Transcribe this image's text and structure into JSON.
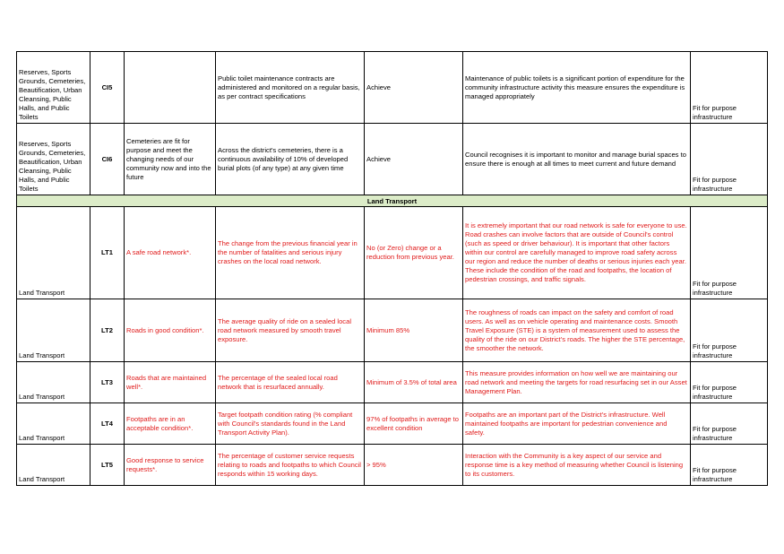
{
  "community_rows": [
    {
      "area": "Reserves, Sports Grounds, Cemeteries, Beautification, Urban Cleansing, Public Halls, and Public Toilets",
      "id": "CI5",
      "outcome": "",
      "measure": "Public toilet maintenance contracts are administered and monitored on a regular basis, as per contract specifications",
      "target": "Achieve",
      "why": "Maintenance of public toilets is a significant portion of expenditure for the community infrastructure activity this measure ensures the expenditure is managed appropriately",
      "class": "Fit for purpose infrastructure"
    },
    {
      "area": "Reserves, Sports Grounds, Cemeteries, Beautification, Urban Cleansing, Public Halls, and Public Toilets",
      "id": "CI6",
      "outcome": "Cemeteries are fit for purpose and meet the changing needs of our community now and into the future",
      "measure": "Across the district's cemeteries, there is a continuous availability of 10% of developed burial plots (of any type) at any given time",
      "target": "Achieve",
      "why": "Council recognises it is important to monitor and manage burial spaces to ensure there is enough at all times to meet current and future demand",
      "class": "Fit for purpose infrastructure"
    }
  ],
  "section_title": "Land Transport",
  "transport_rows": [
    {
      "area": "Land Transport",
      "id": "LT1",
      "outcome": "A safe road network*.",
      "measure": "The change from the previous financial year in the number of fatalities and serious injury crashes on the local road network.",
      "target": "No (or Zero) change or a reduction from previous year.",
      "why": "It is extremely important that our road network is safe for everyone to use. Road crashes can involve factors that are outside of Council's control (such as speed or driver behaviour). It is important that other factors within our control are carefully managed to improve road safety across our region and reduce the number of deaths or serious injuries each year. These include the condition of the road and footpaths, the location of pedestrian crossings, and traffic signals.",
      "class": "Fit for purpose infrastructure"
    },
    {
      "area": "Land Transport",
      "id": "LT2",
      "outcome": "Roads in good condition*.",
      "measure": "The average quality of ride on a sealed local road network measured by smooth travel exposure.",
      "target": "Minimum 85%",
      "why": "The roughness of roads can impact on the safety and comfort of road users. As well as on vehicle operating and maintenance costs. Smooth Travel Exposure (STE) is a system of measurement used to assess the quality of the ride on our District's roads. The higher the STE percentage, the smoother the network.",
      "class": "Fit for purpose infrastructure"
    },
    {
      "area": "Land Transport",
      "id": "LT3",
      "outcome": "Roads that are maintained well*.",
      "measure": "The percentage of the sealed local road network that is resurfaced annually.",
      "target": "Minimum of 3.5% of total area",
      "why": "This measure provides information on how well we are maintaining our road network and meeting the targets for road resurfacing set in our Asset Management Plan.",
      "class": "Fit for purpose infrastructure"
    },
    {
      "area": "Land Transport",
      "id": "LT4",
      "outcome": "Footpaths are in an acceptable condition*.",
      "measure": "Target footpath condition rating (% compliant with Council's standards found in the Land Transport Activity Plan).",
      "target": "97% of footpaths in average to excellent condition",
      "why": "Footpaths are an important part of the District's infrastructure. Well maintained footpaths are important for pedestrian convenience and safety.",
      "class": "Fit for purpose infrastructure"
    },
    {
      "area": "Land Transport",
      "id": "LT5",
      "outcome": "Good response to service requests*.",
      "measure": "The percentage of customer service requests relating to roads and footpaths to which Council responds within 15 working days.",
      "target": "> 95%",
      "why": "Interaction with the Community is a key aspect of our service and response time is a key method of measuring whether Council is listening to its customers.",
      "class": "Fit for purpose infrastructure"
    }
  ]
}
